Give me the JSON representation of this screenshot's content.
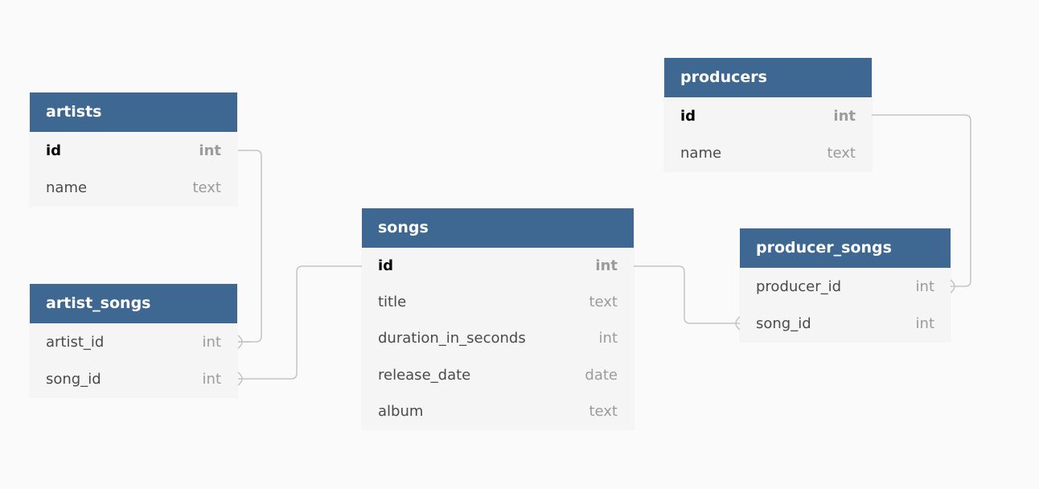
{
  "tables": {
    "artists": {
      "name": "artists",
      "columns": [
        {
          "name": "id",
          "type": "int",
          "primary": true
        },
        {
          "name": "name",
          "type": "text",
          "primary": false
        }
      ]
    },
    "artist_songs": {
      "name": "artist_songs",
      "columns": [
        {
          "name": "artist_id",
          "type": "int",
          "primary": false
        },
        {
          "name": "song_id",
          "type": "int",
          "primary": false
        }
      ]
    },
    "songs": {
      "name": "songs",
      "columns": [
        {
          "name": "id",
          "type": "int",
          "primary": true
        },
        {
          "name": "title",
          "type": "text",
          "primary": false
        },
        {
          "name": "duration_in_seconds",
          "type": "int",
          "primary": false
        },
        {
          "name": "release_date",
          "type": "date",
          "primary": false
        },
        {
          "name": "album",
          "type": "text",
          "primary": false
        }
      ]
    },
    "producers": {
      "name": "producers",
      "columns": [
        {
          "name": "id",
          "type": "int",
          "primary": true
        },
        {
          "name": "name",
          "type": "text",
          "primary": false
        }
      ]
    },
    "producer_songs": {
      "name": "producer_songs",
      "columns": [
        {
          "name": "producer_id",
          "type": "int",
          "primary": false
        },
        {
          "name": "song_id",
          "type": "int",
          "primary": false
        }
      ]
    }
  },
  "relationships": [
    {
      "from": "artists.id",
      "to": "artist_songs.artist_id",
      "cardinality": "one-to-many"
    },
    {
      "from": "songs.id",
      "to": "artist_songs.song_id",
      "cardinality": "one-to-many"
    },
    {
      "from": "songs.id",
      "to": "producer_songs.song_id",
      "cardinality": "one-to-many"
    },
    {
      "from": "producers.id",
      "to": "producer_songs.producer_id",
      "cardinality": "one-to-many"
    }
  ],
  "colors": {
    "header": "#3e6891",
    "body": "#f5f5f5",
    "background": "#fafafa",
    "connector": "#c4c4c4"
  }
}
